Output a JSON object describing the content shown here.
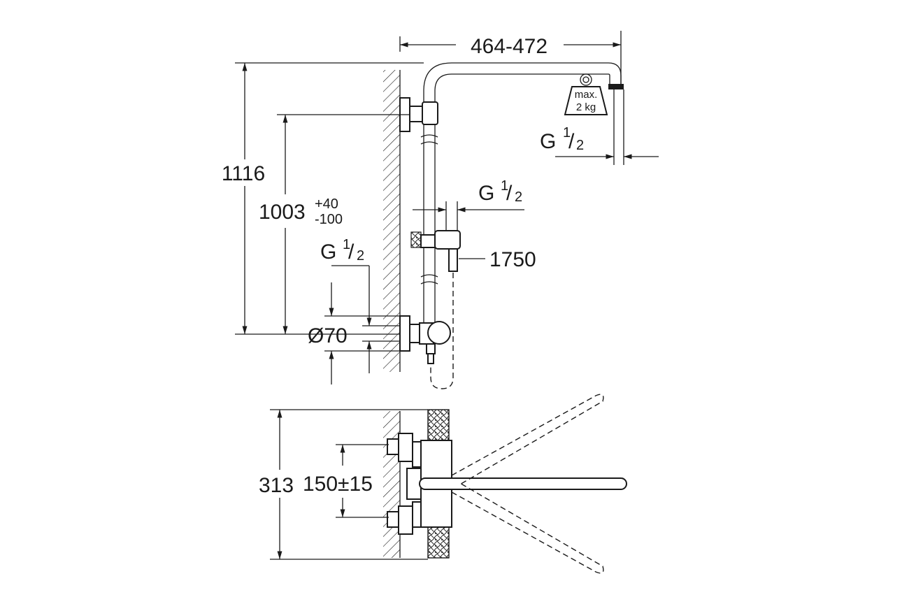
{
  "dimensions": {
    "arm_reach": "464-472",
    "total_height": "1116",
    "rail_height_base": "1003",
    "rail_height_plus": "+40",
    "rail_height_minus": "-100",
    "thread_g": "G",
    "thread_num": "1",
    "thread_den": "2",
    "hose_length": "1750",
    "rosette_diameter": "Ø70",
    "mixer_height": "313",
    "connection_spacing": "150±15"
  },
  "weight_tag": {
    "line1": "max.",
    "line2": "2 kg"
  }
}
